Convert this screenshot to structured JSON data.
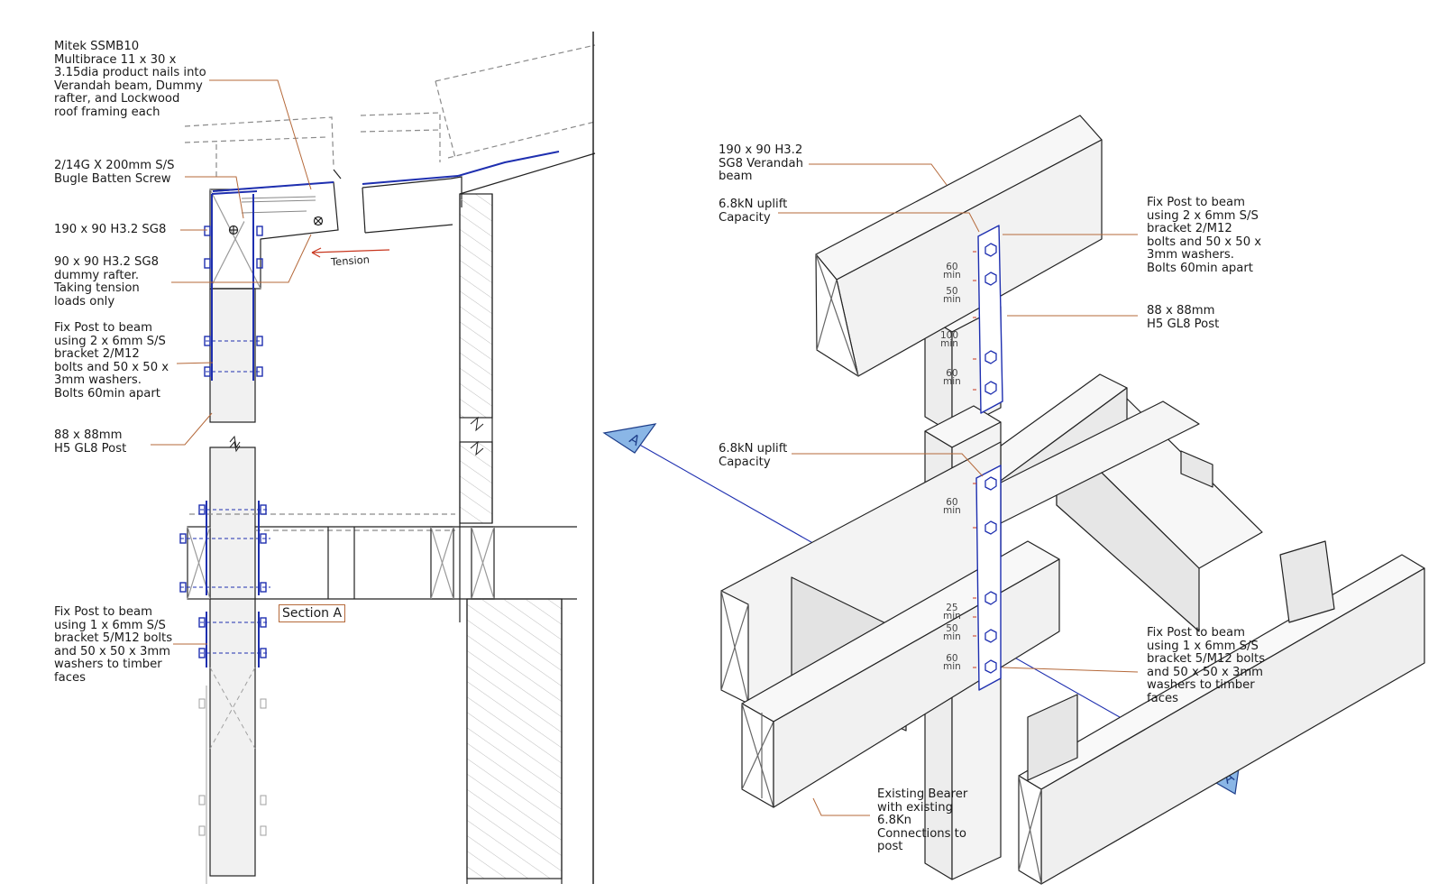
{
  "section_view": {
    "labels": {
      "mitek": "Mitek SSMB10\nMultibrace 11 x 30 x\n3.15dia product nails into\nVerandah beam, Dummy\nrafter, and Lockwood\nroof framing each",
      "bugle_screw": "2/14G X 200mm S/S\nBugle Batten Screw",
      "beam_190": "190 x 90 H3.2 SG8",
      "dummy_rafter": "90 x 90 H3.2 SG8\ndummy rafter.\nTaking tension\nloads only",
      "fix_post_top": "Fix Post to beam\nusing 2 x 6mm S/S\nbracket 2/M12\nbolts and 50 x 50 x\n3mm washers.\nBolts 60min apart",
      "post_88": "88 x 88mm\nH5 GL8 Post",
      "fix_post_bottom": "Fix Post to beam\nusing 1 x 6mm S/S\nbracket 5/M12 bolts\nand 50 x 50 x 3mm\nwashers to timber\nfaces"
    },
    "tension": "Tension",
    "section_tag": "Section A"
  },
  "iso_view": {
    "labels": {
      "verandah_beam": "190 x 90 H3.2\nSG8 Verandah\nbeam",
      "uplift_top": "6.8kN uplift\nCapacity",
      "fix_post_top": "Fix Post to beam\nusing 2 x 6mm S/S\nbracket 2/M12\nbolts and 50 x 50 x\n3mm washers.\nBolts 60min apart",
      "post_88": "88 x 88mm\nH5 GL8 Post",
      "uplift_bottom": "6.8kN uplift\nCapacity",
      "fix_post_bottom": "Fix Post to beam\nusing 1 x 6mm S/S\nbracket 5/M12 bolts\nand 50 x 50 x 3mm\nwashers to timber\nfaces",
      "existing_bearer": "Existing Bearer\nwith existing\n6.8Kn\nConnections to\npost"
    },
    "dims_top": [
      {
        "value": "60",
        "unit": "min"
      },
      {
        "value": "50",
        "unit": "min"
      },
      {
        "value": "100",
        "unit": "min"
      },
      {
        "value": "60",
        "unit": "min"
      }
    ],
    "dims_bottom": [
      {
        "value": "60",
        "unit": "min"
      },
      {
        "value": "25",
        "unit": "min"
      },
      {
        "value": "50",
        "unit": "min"
      },
      {
        "value": "60",
        "unit": "min"
      }
    ],
    "section_marker": "A"
  },
  "colors": {
    "leader": "#b5693a",
    "bracket": "#1e2fb0",
    "marker_fill": "#8ab6e6",
    "line": "#222222",
    "hidden": "#8a8a8a"
  }
}
